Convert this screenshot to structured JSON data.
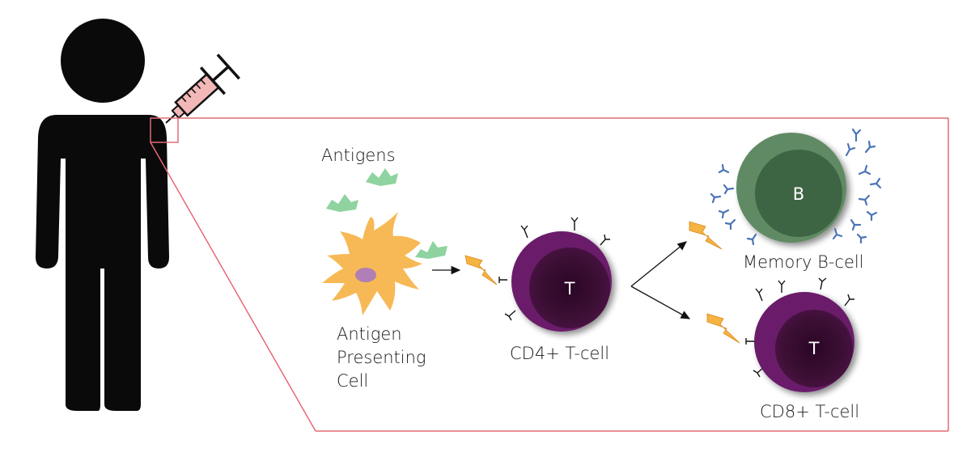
{
  "labels": {
    "antigens": "Antigens",
    "apc_line1": "Antigen",
    "apc_line2": "Presenting",
    "apc_line3": "Cell",
    "cd4": "CD4+ T-cell",
    "memory_b": "Memory B-cell",
    "cd8": "CD8+ T-cell"
  },
  "cell_letters": {
    "cd4": "T",
    "b": "B",
    "cd8": "T"
  },
  "colors": {
    "silhouette": "#0a0a0a",
    "zoom_frame": "#e36b74",
    "syringe": "#f2b8b8",
    "antigen": "#8fd3a0",
    "apc": "#f7b955",
    "apc_nucleus": "#b07fb5",
    "t_cell_outer": "#6a1f6a",
    "t_cell_inner": "#3b0d33",
    "b_cell_outer": "#5f8a63",
    "b_cell_inner": "#3e6543",
    "antibody": "#4a74b6",
    "signal": "#f5b342"
  }
}
